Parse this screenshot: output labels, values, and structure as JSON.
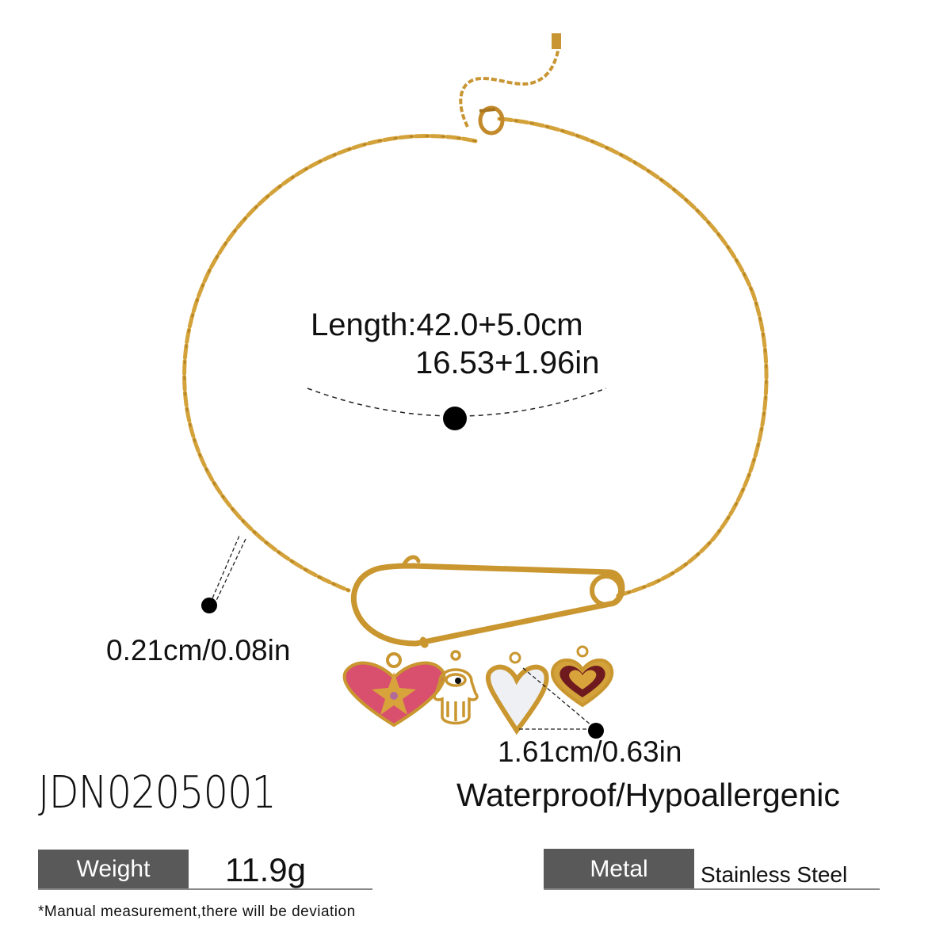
{
  "product": {
    "sku": "JDN0205001",
    "features": "Waterproof/Hypoallergenic"
  },
  "measurements": {
    "length_cm": "Length:42.0+5.0cm",
    "length_in": "16.53+1.96in",
    "chain_width": "0.21cm/0.08in",
    "charm_size": "1.61cm/0.63in"
  },
  "specs": {
    "weight": {
      "label": "Weight",
      "value": "11.9g"
    },
    "metal": {
      "label": "Metal",
      "value": "Stainless Steel"
    }
  },
  "note": "*Manual measurement,there will be deviation",
  "colors": {
    "gold": "#d4a23a",
    "pink_enamel": "#d9506f",
    "burgundy_enamel": "#6e1a1f",
    "pearl": "#eef0f3",
    "label_bg": "#595959"
  },
  "charms": [
    "pink-heart-star",
    "hamsa-evil-eye",
    "mother-of-pearl-heart",
    "burgundy-heart"
  ]
}
